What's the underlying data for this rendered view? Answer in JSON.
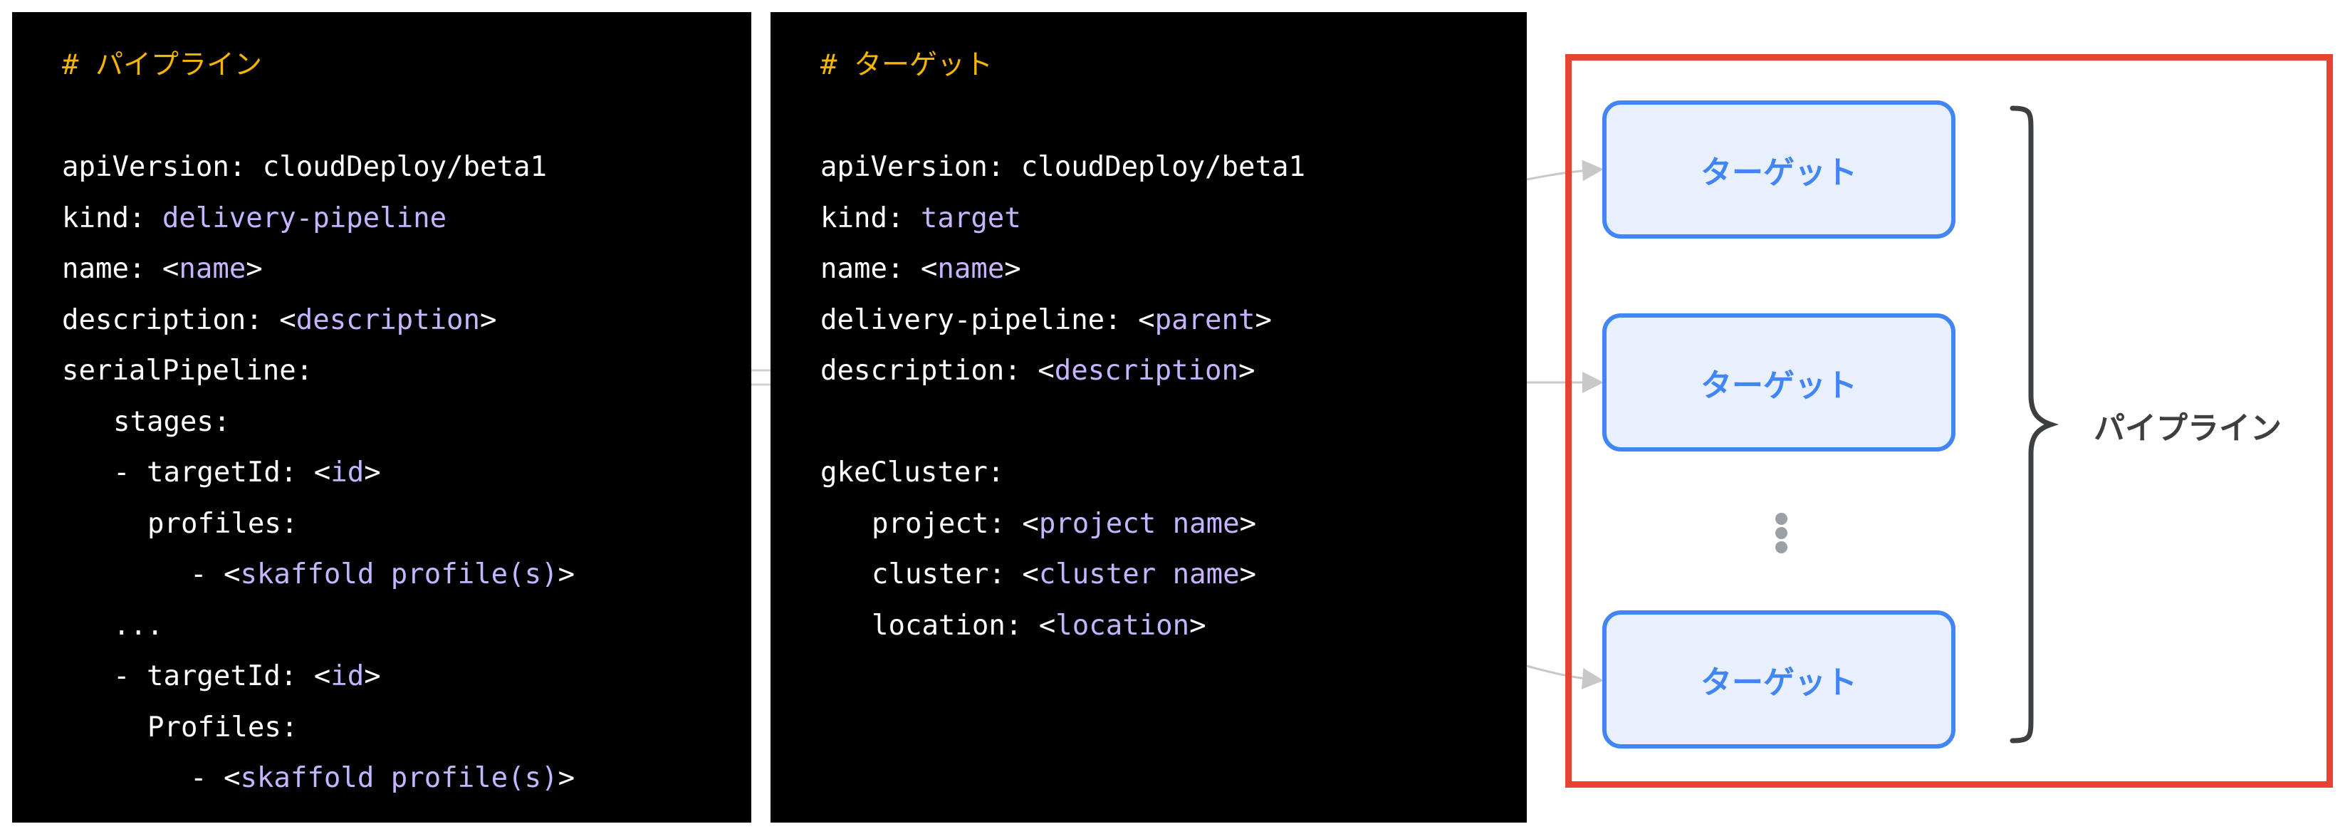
{
  "pipeline_panel": {
    "comment": "# パイプライン",
    "lines": [
      {
        "key": "apiVersion: ",
        "value": "cloudDeploy/beta1",
        "value_color": "white"
      },
      {
        "key": "kind: ",
        "value": "delivery-pipeline"
      },
      {
        "key": "name: <",
        "value": "name",
        "suffix": ">"
      },
      {
        "key": "description: <",
        "value": "description",
        "suffix": ">"
      },
      {
        "key": "serialPipeline:"
      },
      {
        "key": "stages:"
      },
      {
        "key": "- targetId: <",
        "value": "id",
        "suffix": ">"
      },
      {
        "key": "profiles:"
      },
      {
        "key": "- <",
        "value": "skaffold profile(s)",
        "suffix": ">"
      },
      {
        "key": "..."
      },
      {
        "key": "- targetId: <",
        "value": "id",
        "suffix": ">"
      },
      {
        "key": "Profiles:"
      },
      {
        "key": "- <",
        "value": "skaffold profile(s)",
        "suffix": ">"
      }
    ]
  },
  "target_panel": {
    "comment": "# ターゲット",
    "lines": [
      {
        "key": "apiVersion: ",
        "value": "cloudDeploy/beta1",
        "value_color": "white"
      },
      {
        "key": "kind: ",
        "value": "target"
      },
      {
        "key": "name: <",
        "value": "name",
        "suffix": ">"
      },
      {
        "key": "delivery-pipeline: <",
        "value": "parent",
        "suffix": ">"
      },
      {
        "key": "description: <",
        "value": "description",
        "suffix": ">"
      },
      {
        "key": ""
      },
      {
        "key": "gkeCluster:"
      },
      {
        "key": "project: <",
        "value": "project name",
        "suffix": ">"
      },
      {
        "key": "cluster: <",
        "value": "cluster name",
        "suffix": ">"
      },
      {
        "key": "location: <",
        "value": "location",
        "suffix": ">"
      }
    ]
  },
  "diagram": {
    "targets": [
      "ターゲット",
      "ターゲット",
      "ターゲット"
    ],
    "pipeline_label": "パイプライン"
  },
  "colors": {
    "panel_bg": "#000000",
    "comment": "#f5b400",
    "value": "#c6b4ff",
    "frame": "#e64335",
    "target_border": "#4285f4",
    "target_fill": "#e8f0fe",
    "brace": "#3c4043"
  }
}
